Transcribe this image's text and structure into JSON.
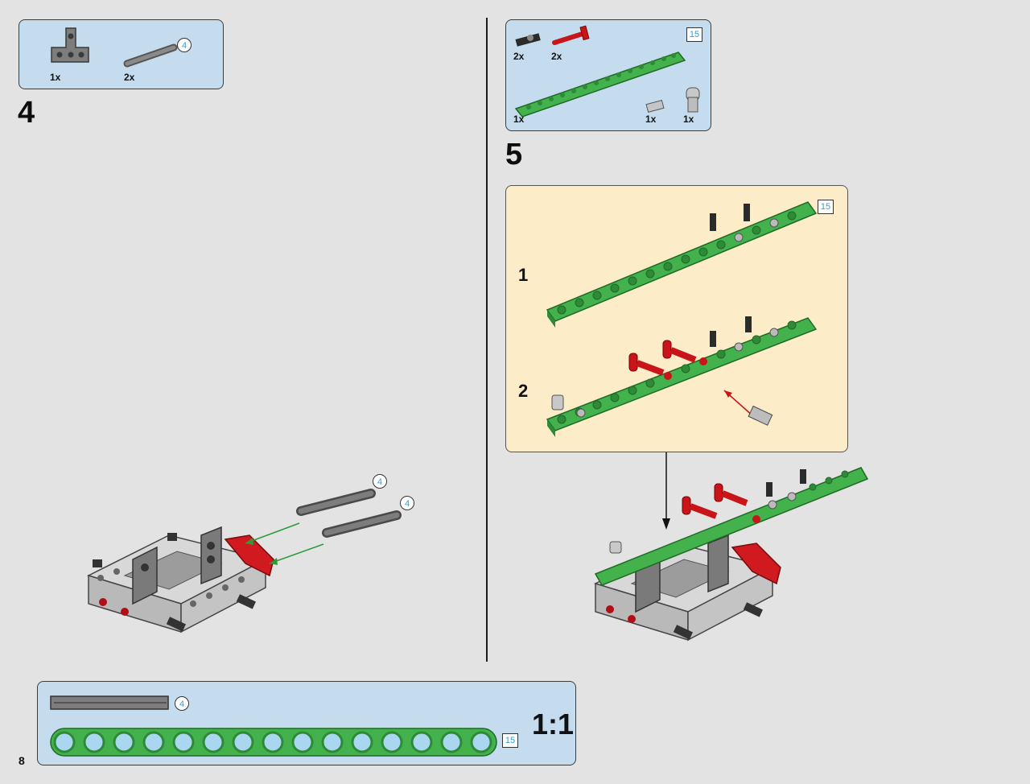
{
  "page": {
    "number": "8"
  },
  "step4": {
    "number": "4",
    "parts": [
      {
        "name": "gray-t-beam",
        "qty": "1x"
      },
      {
        "name": "gray-axle",
        "qty": "2x",
        "length": "4"
      }
    ],
    "callouts": {
      "axle_length_a": "4",
      "axle_length_b": "4"
    }
  },
  "step5": {
    "number": "5",
    "parts": [
      {
        "name": "black-pin-with-bush",
        "qty": "2x"
      },
      {
        "name": "red-axle-with-stop",
        "qty": "2x"
      },
      {
        "name": "green-beam",
        "qty": "1x",
        "length": "15"
      },
      {
        "name": "light-gray-pin",
        "qty": "1x"
      },
      {
        "name": "light-gray-angle-connector",
        "qty": "1x"
      }
    ],
    "subassembly": {
      "beam_length": "15",
      "substeps": [
        "1",
        "2"
      ]
    }
  },
  "scale_ruler": {
    "label": "1:1",
    "axle_length": "4",
    "beam_length": "15"
  },
  "colors": {
    "parts_box": "#c5dcef",
    "callout": "#fcecc8",
    "green": "#3fae49",
    "red": "#c9151a",
    "gray": "#8a8a8a",
    "light_gray": "#c8c8c8"
  }
}
